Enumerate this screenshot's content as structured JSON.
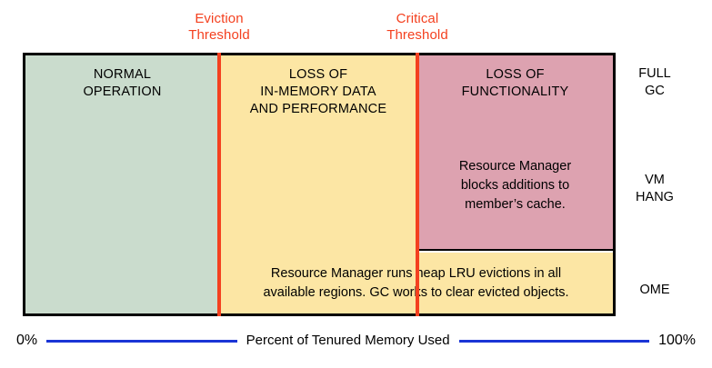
{
  "thresholds": [
    {
      "id": "eviction",
      "label": "Eviction\nThreshold",
      "color": "#f4401f"
    },
    {
      "id": "critical",
      "label": "Critical\nThreshold",
      "color": "#f4401f"
    }
  ],
  "zones": {
    "normal": {
      "title": "NORMAL\nOPERATION",
      "color": "#cadccd"
    },
    "loss_of_memory": {
      "title": "LOSS OF\nIN-MEMORY DATA\nAND PERFORMANCE",
      "color": "#fce6a4"
    },
    "loss_of_functionality": {
      "title": "LOSS OF\nFUNCTIONALITY",
      "note": "Resource Manager\nblocks additions to\nmember’s cache.",
      "color": "#dda2b0"
    },
    "bottom_band": {
      "note": "Resource Manager runs heap LRU evictions in all\navailable regions. GC works to clear evicted objects.",
      "color": "#fce6a4"
    }
  },
  "status_column": {
    "items": [
      {
        "id": "full-gc",
        "label": "FULL\nGC"
      },
      {
        "id": "vm-hang",
        "label": "VM\nHANG"
      },
      {
        "id": "ome",
        "label": "OME"
      }
    ],
    "background": "#ffffff"
  },
  "axis": {
    "start_label": "0%",
    "end_label": "100%",
    "caption": "Percent of Tenured Memory Used",
    "line_color": "#1b35d6"
  }
}
